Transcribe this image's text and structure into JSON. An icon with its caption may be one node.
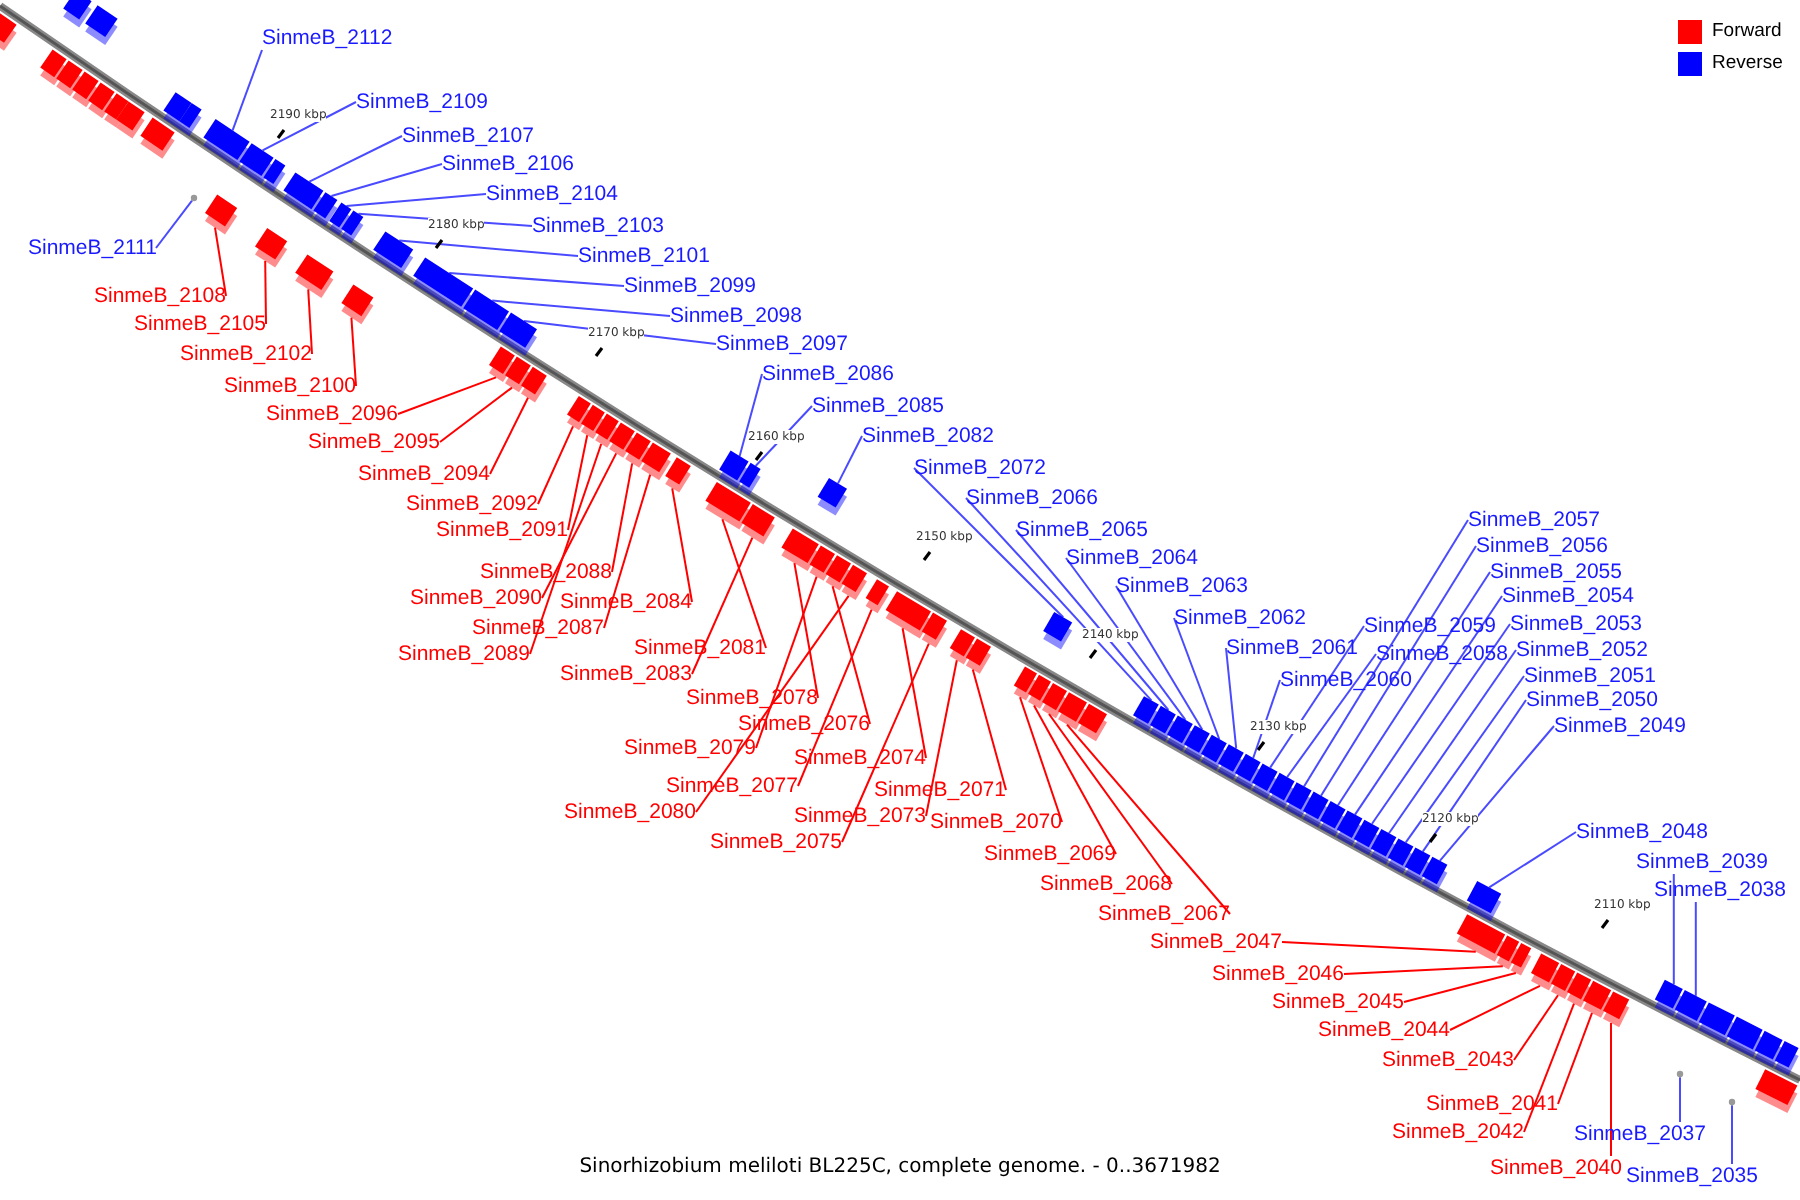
{
  "diagram": {
    "caption": "Sinorhizobium meliloti BL225C, complete genome. - 0..3671982",
    "nodes": [
      {
        "text": [
          "SinmeB_2112"
        ]
      },
      {
        "text": [
          "SinmeB_2109"
        ]
      },
      {
        "text": [
          "SinmeB_2107"
        ]
      },
      {
        "text": [
          "SinmeB_2106"
        ]
      },
      {
        "text": [
          "SinmeB_2104"
        ]
      },
      {
        "text": [
          "SinmeB_2103"
        ]
      },
      {
        "text": [
          "SinmeB_2111"
        ]
      },
      {
        "text": [
          "SinmeB_2101"
        ]
      },
      {
        "text": [
          "SinmeB_2099"
        ]
      },
      {
        "text": [
          "SinmeB_2108"
        ]
      },
      {
        "text": [
          "SinmeB_2098"
        ]
      },
      {
        "text": [
          "SinmeB_2105"
        ]
      },
      {
        "text": [
          "SinmeB_2097"
        ]
      },
      {
        "text": [
          "SinmeB_2102"
        ]
      },
      {
        "text": [
          "SinmeB_2086"
        ]
      },
      {
        "text": [
          "SinmeB_2100"
        ]
      },
      {
        "text": [
          "SinmeB_2085"
        ]
      },
      {
        "text": [
          "SinmeB_2096"
        ]
      },
      {
        "text": [
          "SinmeB_2082"
        ]
      },
      {
        "text": [
          "SinmeB_2095"
        ]
      },
      {
        "text": [
          "SinmeB_2072"
        ]
      },
      {
        "text": [
          "SinmeB_2094"
        ]
      },
      {
        "text": [
          "SinmeB_2066"
        ]
      },
      {
        "text": [
          "SinmeB_2092"
        ]
      },
      {
        "text": [
          "SinmeB_2057"
        ]
      },
      {
        "text": [
          "SinmeB_2091"
        ]
      },
      {
        "text": [
          "SinmeB_2065"
        ]
      },
      {
        "text": [
          "SinmeB_2056"
        ]
      },
      {
        "text": [
          "SinmeB_2064"
        ]
      },
      {
        "text": [
          "SinmeB_2088"
        ]
      },
      {
        "text": [
          "SinmeB_2055"
        ]
      },
      {
        "text": [
          "SinmeB_2063"
        ]
      },
      {
        "text": [
          "SinmeB_2054"
        ]
      },
      {
        "text": [
          "SinmeB_2090"
        ]
      },
      {
        "text": [
          "SinmeB_2084"
        ]
      },
      {
        "text": [
          "SinmeB_2062"
        ]
      },
      {
        "text": [
          "SinmeB_2053"
        ]
      },
      {
        "text": [
          "SinmeB_2059"
        ]
      },
      {
        "text": [
          "SinmeB_2087"
        ]
      },
      {
        "text": [
          "SinmeB_2081"
        ]
      },
      {
        "text": [
          "SinmeB_2061"
        ]
      },
      {
        "text": [
          "SinmeB_2052"
        ]
      },
      {
        "text": [
          "SinmeB_2058"
        ]
      },
      {
        "text": [
          "SinmeB_2089"
        ]
      },
      {
        "text": [
          "SinmeB_2083"
        ]
      },
      {
        "text": [
          "SinmeB_2051"
        ]
      },
      {
        "text": [
          "SinmeB_2060"
        ]
      },
      {
        "text": [
          "SinmeB_2078"
        ]
      },
      {
        "text": [
          "SinmeB_2050"
        ]
      },
      {
        "text": [
          "SinmeB_2076"
        ]
      },
      {
        "text": [
          "SinmeB_2049"
        ]
      },
      {
        "text": [
          "SinmeB_2079"
        ]
      },
      {
        "text": [
          "SinmeB_2074"
        ]
      },
      {
        "text": [
          "SinmeB_2077"
        ]
      },
      {
        "text": [
          "SinmeB_2071"
        ]
      },
      {
        "text": [
          "SinmeB_2080"
        ]
      },
      {
        "text": [
          "SinmeB_2073"
        ]
      },
      {
        "text": [
          "SinmeB_2070"
        ]
      },
      {
        "text": [
          "SinmeB_2048"
        ]
      },
      {
        "text": [
          "SinmeB_2075"
        ]
      },
      {
        "text": [
          "SinmeB_2069"
        ]
      },
      {
        "text": [
          "SinmeB_2039"
        ]
      },
      {
        "text": [
          "SinmeB_2068"
        ]
      },
      {
        "text": [
          "SinmeB_2038"
        ]
      },
      {
        "text": [
          "SinmeB_2067"
        ]
      },
      {
        "text": [
          "SinmeB_2047"
        ]
      },
      {
        "text": [
          "SinmeB_2046"
        ]
      },
      {
        "text": [
          "SinmeB_2045"
        ]
      },
      {
        "text": [
          "SinmeB_2044"
        ]
      },
      {
        "text": [
          "SinmeB_2043"
        ]
      },
      {
        "text": [
          "SinmeB_2041"
        ]
      },
      {
        "text": [
          "SinmeB_2042"
        ]
      },
      {
        "text": [
          "SinmeB_2037"
        ]
      },
      {
        "text": [
          "SinmeB_2040"
        ]
      },
      {
        "text": [
          "SinmeB_2035"
        ]
      },
      {
        "text": [],
        "shape": "bar"
      },
      {
        "text": [],
        "shape": "bar"
      },
      {
        "text": [],
        "shape": "bar"
      },
      {
        "text": [],
        "shape": "bar"
      },
      {
        "text": [],
        "shape": "bar"
      },
      {
        "text": [],
        "shape": "bar"
      },
      {
        "text": [],
        "shape": "bar"
      },
      {
        "text": [],
        "shape": "bar"
      },
      {
        "text": [],
        "shape": "bar"
      },
      {
        "text": [],
        "shape": "bar"
      },
      {
        "text": [],
        "shape": "bar"
      },
      {
        "text": [],
        "shape": "bar"
      },
      {
        "text": [],
        "shape": "bar"
      },
      {
        "text": [],
        "shape": "bar"
      },
      {
        "text": [],
        "shape": "bar"
      },
      {
        "text": [],
        "shape": "bar"
      },
      {
        "text": [],
        "shape": "bar"
      },
      {
        "text": [],
        "shape": "bar"
      },
      {
        "text": [],
        "shape": "bar"
      },
      {
        "text": [],
        "shape": "bar"
      },
      {
        "text": [],
        "shape": "bar"
      },
      {
        "text": [],
        "shape": "bar"
      },
      {
        "text": [],
        "shape": "bar"
      },
      {
        "text": [],
        "shape": "bar"
      },
      {
        "text": [],
        "shape": "bar"
      },
      {
        "text": [],
        "shape": "bar"
      },
      {
        "text": [],
        "shape": "bar"
      },
      {
        "text": [],
        "shape": "bar"
      },
      {
        "text": [],
        "shape": "bar"
      },
      {
        "text": [],
        "shape": "bar"
      },
      {
        "text": [],
        "shape": "bar"
      },
      {
        "text": [],
        "shape": "bar"
      },
      {
        "text": [],
        "shape": "bar"
      },
      {
        "text": [],
        "shape": "bar"
      },
      {
        "text": [],
        "shape": "bar"
      },
      {
        "text": [],
        "shape": "bar"
      },
      {
        "text": [],
        "shape": "bar"
      },
      {
        "text": [],
        "shape": "bar"
      },
      {
        "text": [],
        "shape": "bar"
      },
      {
        "text": [],
        "shape": "bar"
      },
      {
        "text": [],
        "shape": "bar"
      },
      {
        "text": [],
        "shape": "bar"
      },
      {
        "text": [],
        "shape": "bar"
      },
      {
        "text": [],
        "shape": "bar"
      },
      {
        "text": [],
        "shape": "bar"
      },
      {
        "text": [],
        "shape": "bar"
      },
      {
        "text": [],
        "shape": "bar"
      },
      {
        "text": [],
        "shape": "bar"
      },
      {
        "text": [],
        "shape": "bar"
      },
      {
        "text": [],
        "shape": "bar"
      },
      {
        "text": [],
        "shape": "bar"
      },
      {
        "text": [],
        "shape": "bar"
      },
      {
        "text": [],
        "shape": "bar"
      },
      {
        "text": [],
        "shape": "bar"
      },
      {
        "text": [],
        "shape": "bar"
      },
      {
        "text": [],
        "shape": "bar"
      },
      {
        "text": [],
        "shape": "bar"
      },
      {
        "text": [],
        "shape": "bar"
      },
      {
        "text": [],
        "shape": "bar"
      },
      {
        "text": [],
        "shape": "bar"
      },
      {
        "text": [],
        "shape": "bar"
      },
      {
        "text": [],
        "shape": "bar"
      },
      {
        "text": [],
        "shape": "bar"
      },
      {
        "text": [],
        "shape": "bar"
      },
      {
        "text": [],
        "shape": "bar"
      },
      {
        "text": [],
        "shape": "bar"
      },
      {
        "text": [],
        "shape": "bar"
      },
      {
        "text": [],
        "shape": "bar"
      },
      {
        "text": [],
        "shape": "bar"
      },
      {
        "text": [],
        "shape": "bar"
      },
      {
        "text": [],
        "shape": "bar"
      },
      {
        "text": [],
        "shape": "bar"
      },
      {
        "text": [],
        "shape": "circle"
      },
      {
        "text": [],
        "shape": "circle"
      },
      {
        "text": [],
        "shape": "circle"
      },
      {
        "text": [],
        "shape": "bar"
      },
      {
        "text": [],
        "shape": "bar"
      },
      {
        "text": [],
        "shape": "bar"
      },
      {
        "text": [],
        "shape": "bar"
      },
      {
        "text": [],
        "shape": "bar"
      },
      {
        "text": [],
        "shape": "bar"
      },
      {
        "text": [],
        "shape": "bar"
      },
      {
        "text": [],
        "shape": "bar"
      },
      {
        "text": [],
        "shape": "bar"
      },
      {
        "text": [],
        "shape": "bar"
      },
      {
        "text": [],
        "shape": "bar"
      },
      {
        "text": [],
        "shape": "bar"
      },
      {
        "text": [],
        "shape": "bar"
      },
      {
        "text": [],
        "shape": "bar"
      },
      {
        "text": [],
        "shape": "bar"
      },
      {
        "text": [],
        "shape": "bar"
      },
      {
        "text": [],
        "shape": "bar"
      },
      {
        "text": [],
        "shape": "bar"
      },
      {
        "text": [],
        "shape": "bar"
      }
    ],
    "edges": [
      {
        "from": 0,
        "to": 75,
        "arrow": "none"
      },
      {
        "from": 1,
        "to": 76,
        "arrow": "none"
      },
      {
        "from": 2,
        "to": 78,
        "arrow": "none"
      },
      {
        "from": 3,
        "to": 80,
        "arrow": "none"
      },
      {
        "from": 4,
        "to": 81,
        "arrow": "none"
      },
      {
        "from": 5,
        "to": 83,
        "arrow": "none"
      },
      {
        "from": 6,
        "to": 147,
        "arrow": "none"
      },
      {
        "from": 7,
        "to": 84,
        "arrow": "none"
      },
      {
        "from": 8,
        "to": 86,
        "arrow": "none"
      },
      {
        "from": 9,
        "to": 77,
        "arrow": "none",
        "color": "#ff0000"
      },
      {
        "from": 10,
        "to": 87,
        "arrow": "none"
      },
      {
        "from": 11,
        "to": 79,
        "arrow": "none",
        "color": "#ff0000"
      },
      {
        "from": 12,
        "to": 88,
        "arrow": "none"
      },
      {
        "from": 13,
        "to": 82,
        "arrow": "none",
        "color": "#ff0000"
      },
      {
        "from": 14,
        "to": 99,
        "arrow": "none"
      },
      {
        "from": 15,
        "to": 85,
        "arrow": "none",
        "color": "#ff0000"
      },
      {
        "from": 16,
        "to": 101,
        "arrow": "none"
      },
      {
        "from": 17,
        "to": 89,
        "arrow": "none",
        "color": "#ff0000"
      },
      {
        "from": 18,
        "to": 104,
        "arrow": "none"
      },
      {
        "from": 19,
        "to": 90,
        "arrow": "none",
        "color": "#ff0000"
      },
      {
        "from": 20,
        "to": 113,
        "arrow": "none"
      },
      {
        "from": 21,
        "to": 91,
        "arrow": "none",
        "color": "#ff0000"
      },
      {
        "from": 22,
        "to": 118,
        "arrow": "none"
      },
      {
        "from": 23,
        "to": 92,
        "arrow": "none",
        "color": "#ff0000"
      },
      {
        "from": 24,
        "to": 127,
        "arrow": "none"
      },
      {
        "from": 25,
        "to": 93,
        "arrow": "none",
        "color": "#ff0000"
      },
      {
        "from": 26,
        "to": 119,
        "arrow": "none"
      },
      {
        "from": 27,
        "to": 128,
        "arrow": "none"
      },
      {
        "from": 28,
        "to": 120,
        "arrow": "none"
      },
      {
        "from": 29,
        "to": 96,
        "arrow": "none",
        "color": "#ff0000"
      },
      {
        "from": 30,
        "to": 129,
        "arrow": "none"
      },
      {
        "from": 31,
        "to": 121,
        "arrow": "none"
      },
      {
        "from": 32,
        "to": 130,
        "arrow": "none"
      },
      {
        "from": 33,
        "to": 95,
        "arrow": "none",
        "color": "#ff0000"
      },
      {
        "from": 34,
        "to": 98,
        "arrow": "none",
        "color": "#ff0000"
      },
      {
        "from": 35,
        "to": 122,
        "arrow": "none"
      },
      {
        "from": 36,
        "to": 131,
        "arrow": "none"
      },
      {
        "from": 37,
        "to": 125,
        "arrow": "none"
      },
      {
        "from": 38,
        "to": 97,
        "arrow": "none",
        "color": "#ff0000"
      },
      {
        "from": 39,
        "to": 100,
        "arrow": "none",
        "color": "#ff0000"
      },
      {
        "from": 40,
        "to": 123,
        "arrow": "none"
      },
      {
        "from": 41,
        "to": 132,
        "arrow": "none"
      },
      {
        "from": 42,
        "to": 126,
        "arrow": "none"
      },
      {
        "from": 43,
        "to": 94,
        "arrow": "none",
        "color": "#ff0000"
      },
      {
        "from": 44,
        "to": 102,
        "arrow": "none",
        "color": "#ff0000"
      },
      {
        "from": 45,
        "to": 133,
        "arrow": "none"
      },
      {
        "from": 46,
        "to": 124,
        "arrow": "none"
      },
      {
        "from": 47,
        "to": 103,
        "arrow": "none",
        "color": "#ff0000"
      },
      {
        "from": 48,
        "to": 134,
        "arrow": "none"
      },
      {
        "from": 49,
        "to": 106,
        "arrow": "none",
        "color": "#ff0000"
      },
      {
        "from": 50,
        "to": 135,
        "arrow": "none"
      },
      {
        "from": 51,
        "to": 105,
        "arrow": "none",
        "color": "#ff0000"
      },
      {
        "from": 52,
        "to": 109,
        "arrow": "none",
        "color": "#ff0000"
      },
      {
        "from": 53,
        "to": 108,
        "arrow": "none",
        "color": "#ff0000"
      },
      {
        "from": 54,
        "to": 112,
        "arrow": "none",
        "color": "#ff0000"
      },
      {
        "from": 55,
        "to": 107,
        "arrow": "none",
        "color": "#ff0000"
      },
      {
        "from": 56,
        "to": 111,
        "arrow": "none",
        "color": "#ff0000"
      },
      {
        "from": 57,
        "to": 114,
        "arrow": "none",
        "color": "#ff0000"
      },
      {
        "from": 58,
        "to": 136,
        "arrow": "none"
      },
      {
        "from": 59,
        "to": 110,
        "arrow": "none",
        "color": "#ff0000"
      },
      {
        "from": 60,
        "to": 115,
        "arrow": "none",
        "color": "#ff0000"
      },
      {
        "from": 61,
        "to": 145,
        "arrow": "none"
      },
      {
        "from": 62,
        "to": 116,
        "arrow": "none",
        "color": "#ff0000"
      },
      {
        "from": 63,
        "to": 146,
        "arrow": "none"
      },
      {
        "from": 64,
        "to": 117,
        "arrow": "none",
        "color": "#ff0000"
      },
      {
        "from": 65,
        "to": 137,
        "arrow": "none",
        "color": "#ff0000"
      },
      {
        "from": 66,
        "to": 138,
        "arrow": "none",
        "color": "#ff0000"
      },
      {
        "from": 67,
        "to": 139,
        "arrow": "none",
        "color": "#ff0000"
      },
      {
        "from": 68,
        "to": 140,
        "arrow": "none",
        "color": "#ff0000"
      },
      {
        "from": 69,
        "to": 141,
        "arrow": "none",
        "color": "#ff0000"
      },
      {
        "from": 70,
        "to": 143,
        "arrow": "none",
        "color": "#ff0000"
      },
      {
        "from": 71,
        "to": 142,
        "arrow": "none",
        "color": "#ff0000"
      },
      {
        "from": 72,
        "to": 148,
        "arrow": "none"
      },
      {
        "from": 73,
        "to": 144,
        "arrow": "none",
        "color": "#ff0000"
      },
      {
        "from": 74,
        "to": 149,
        "arrow": "none"
      }
    ],
    "labels": [
      "2190 kbp",
      "2180 kbp",
      "2170 kbp",
      "2160 kbp",
      "2150 kbp",
      "2140 kbp",
      "2130 kbp",
      "2120 kbp",
      "2110 kbp"
    ],
    "legend": [
      {
        "text": "Forward",
        "color": "#ff0000"
      },
      {
        "text": "Reverse",
        "color": "#0000ff"
      }
    ]
  }
}
